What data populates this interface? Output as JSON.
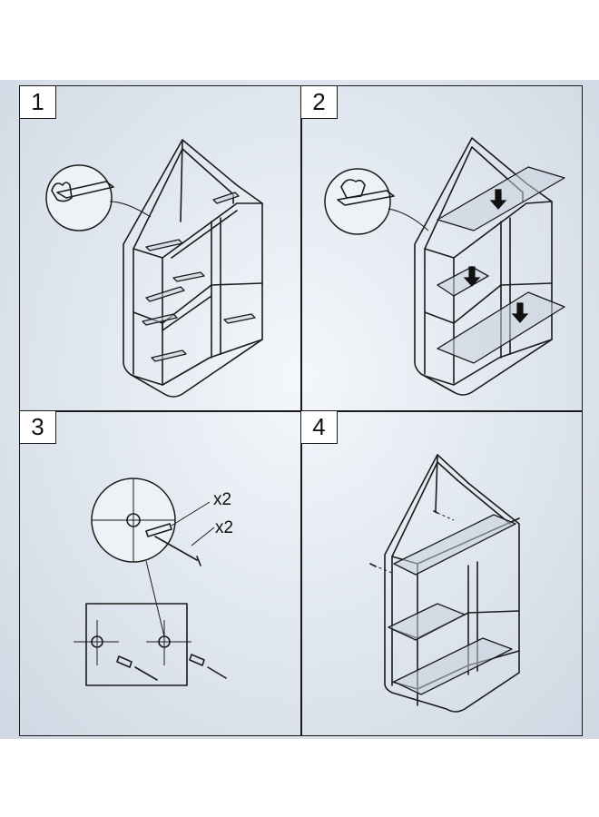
{
  "steps": [
    {
      "number": "1"
    },
    {
      "number": "2"
    },
    {
      "number": "3",
      "callouts": [
        "x2",
        "x2"
      ]
    },
    {
      "number": "4"
    }
  ],
  "colors": {
    "line": "#1b1b1b",
    "background_center": "#f4f7fb",
    "background_edge": "#cfd8e3",
    "frame": "#1a1a1a"
  },
  "icons": [
    "shelf-frame",
    "magnifier-hand-detail",
    "down-arrow-icon",
    "wall-plug-icon",
    "screw-icon",
    "drill-hole-marker"
  ]
}
